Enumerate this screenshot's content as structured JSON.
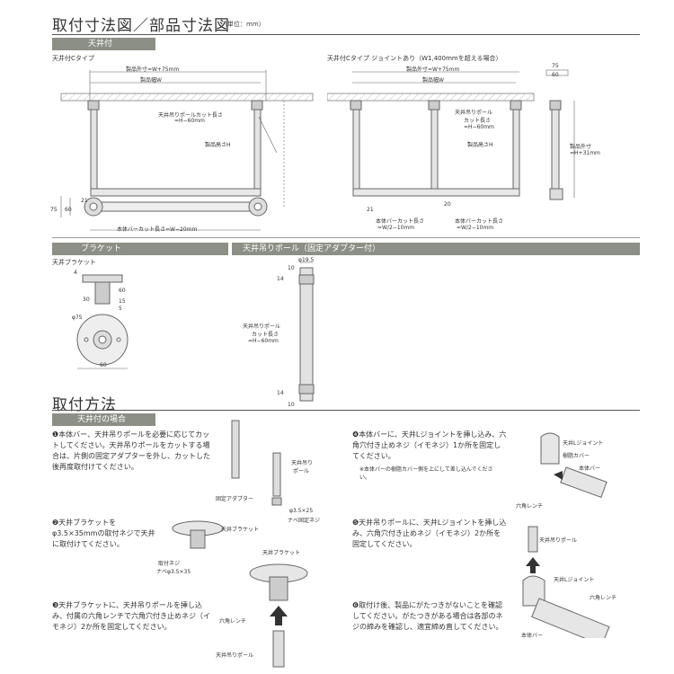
{
  "dim_title": "取付寸法図／部品寸法図",
  "unit_note": "（単位：mm）",
  "band_ceiling": "天井付",
  "ceiling_c_type": "天井付Cタイプ",
  "ceiling_c_joint": "天井付Cタイプ ジョイントあり（W1,400mmを超える場合）",
  "product_outer_w": "製品外寸=W+75mm",
  "product_w": "製品幅W",
  "pole_cut_1": "天井吊りポールカット長さ",
  "pole_cut_2": "=H−60mm",
  "pole_cut_r1": "天井吊りポール",
  "pole_cut_r2": "カット長さ",
  "product_h": "製品高さH",
  "bar_cut": "本体バーカット長さ=W−20mm",
  "bar_cut_half_1": "本体バーカット長さ",
  "bar_cut_half_2": "=W/2−10mm",
  "outer_h_1": "製品外寸",
  "outer_h_2": "=H+31mm",
  "n75": "75",
  "n60": "60",
  "n21": "21",
  "n20": "20",
  "band_bracket": "ブラケット",
  "ceiling_bracket": "天井ブラケット",
  "n4": "4",
  "n30": "30",
  "n15": "15",
  "n5": "5",
  "phi75": "φ75",
  "band_pole": "天井吊りポール（固定アダプター付）",
  "phi195": "φ19.5",
  "n10": "10",
  "n14": "14",
  "pole_len_1": "天井吊りポール",
  "pole_len_2": "カット長さ",
  "pole_len_3": "=H−60mm",
  "install_title": "取付方法",
  "band_case": "天井付の場合",
  "step1": "❶本体バー、天井吊りポールを必要に応じてカットしてください。天井吊りポールをカットする場合は、片側の固定アダプターを外し、カットした後再度取付けてください。",
  "step2": "❷天井ブラケットをφ3.5×35mmの取付ネジで天井に取付けてください。",
  "step3": "❸天井ブラケットに、天井吊りポールを挿し込み、付属の六角レンチで六角穴付き止めネジ（イモネジ）2か所を固定してください。",
  "step4": "❹本体バーに、天井Lジョイントを挿し込み、六角穴付き止めネジ（イモネジ）1か所を固定してください。",
  "step4_note": "※本体バーの樹脂カバー側を上にして差し込んでください。",
  "step5": "❺天井吊りポールに、天井Lジョイントを挿し込み、六角穴付き止めネジ（イモネジ）2か所を固定してください。",
  "step6": "❻取付け後、製品にがたつきがないことを確認してください。がたつきがある場合は各部のネジの締みを確認し、適宜締め直してください。",
  "l_pole": "天井吊り",
  "l_pole2": "ポール",
  "l_adapter": "固定アダプター",
  "l_nabe1": "φ3.5×25",
  "l_nabe2": "ナベ固定ネジ",
  "l_ceiling_bracket": "天井ブラケット",
  "l_mount_screw1": "取付ネジ",
  "l_mount_screw2": "ナベφ3.5×35",
  "l_hex": "六角レンチ",
  "l_pole_full": "天井吊りポール",
  "l_ljoint": "天井Lジョイント",
  "l_resin": "樹脂カバー",
  "l_bar": "本体バー"
}
